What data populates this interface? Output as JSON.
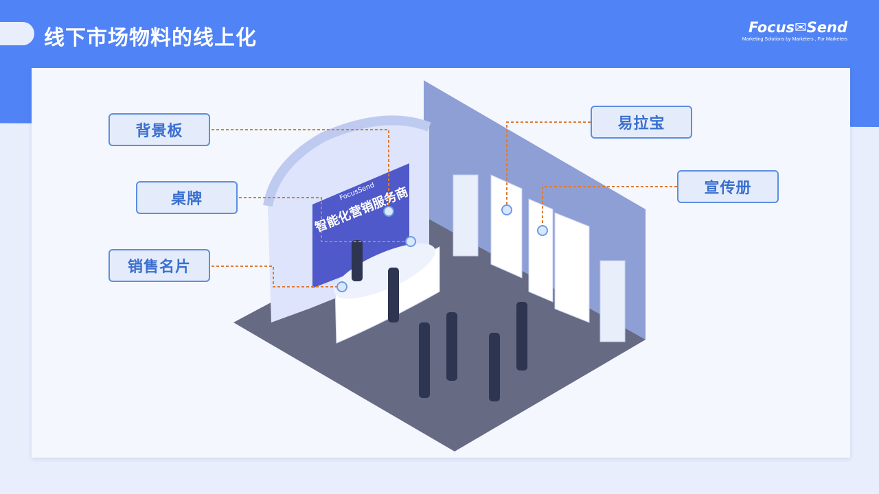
{
  "header": {
    "title": "线下市场物料的线上化"
  },
  "logo": {
    "brand": "Focus✉Send",
    "tagline": "Marketing Solutions by Marketers , For Marketers"
  },
  "labels": {
    "backdrop": "背景板",
    "table_sign": "桌牌",
    "business_card": "销售名片",
    "rollup_banner": "易拉宝",
    "brochure": "宣传册"
  },
  "booth": {
    "backdrop_brand": "FocusSend",
    "backdrop_slogan": "智能化营销服务商"
  },
  "colors": {
    "header": "#5083f5",
    "label_border": "#5b8ee0",
    "label_text": "#3a6fcf",
    "leader_line": "#e07a2e",
    "floor": "#666a82"
  }
}
